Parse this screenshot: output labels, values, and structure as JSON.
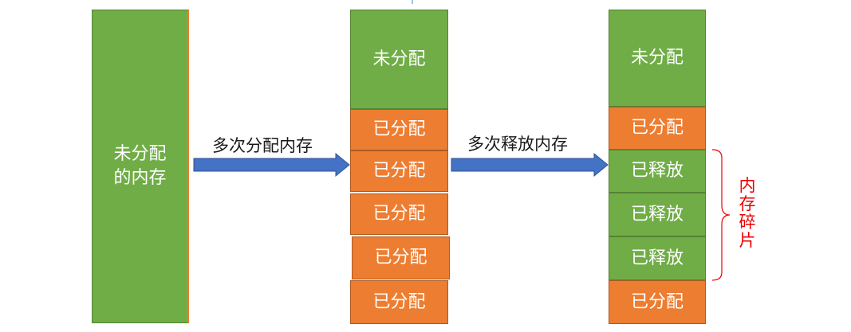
{
  "col1": {
    "label_line1": "未分配",
    "label_line2": "的内存"
  },
  "arrow1_label": "多次分配内存",
  "col2": {
    "top": "未分配",
    "blocks": [
      "已分配",
      "已分配",
      "已分配",
      "已分配",
      "已分配"
    ]
  },
  "arrow2_label": "多次释放内存",
  "col3": {
    "top": "未分配",
    "blocks": [
      "已分配",
      "已释放",
      "已释放",
      "已释放",
      "已分配"
    ]
  },
  "fragment_label": "内存碎片",
  "colors": {
    "unallocated": "#70ad47",
    "allocated": "#ed7d31",
    "freed": "#70ad47",
    "arrow": "#4472c4",
    "fragment": "#ee0000"
  }
}
